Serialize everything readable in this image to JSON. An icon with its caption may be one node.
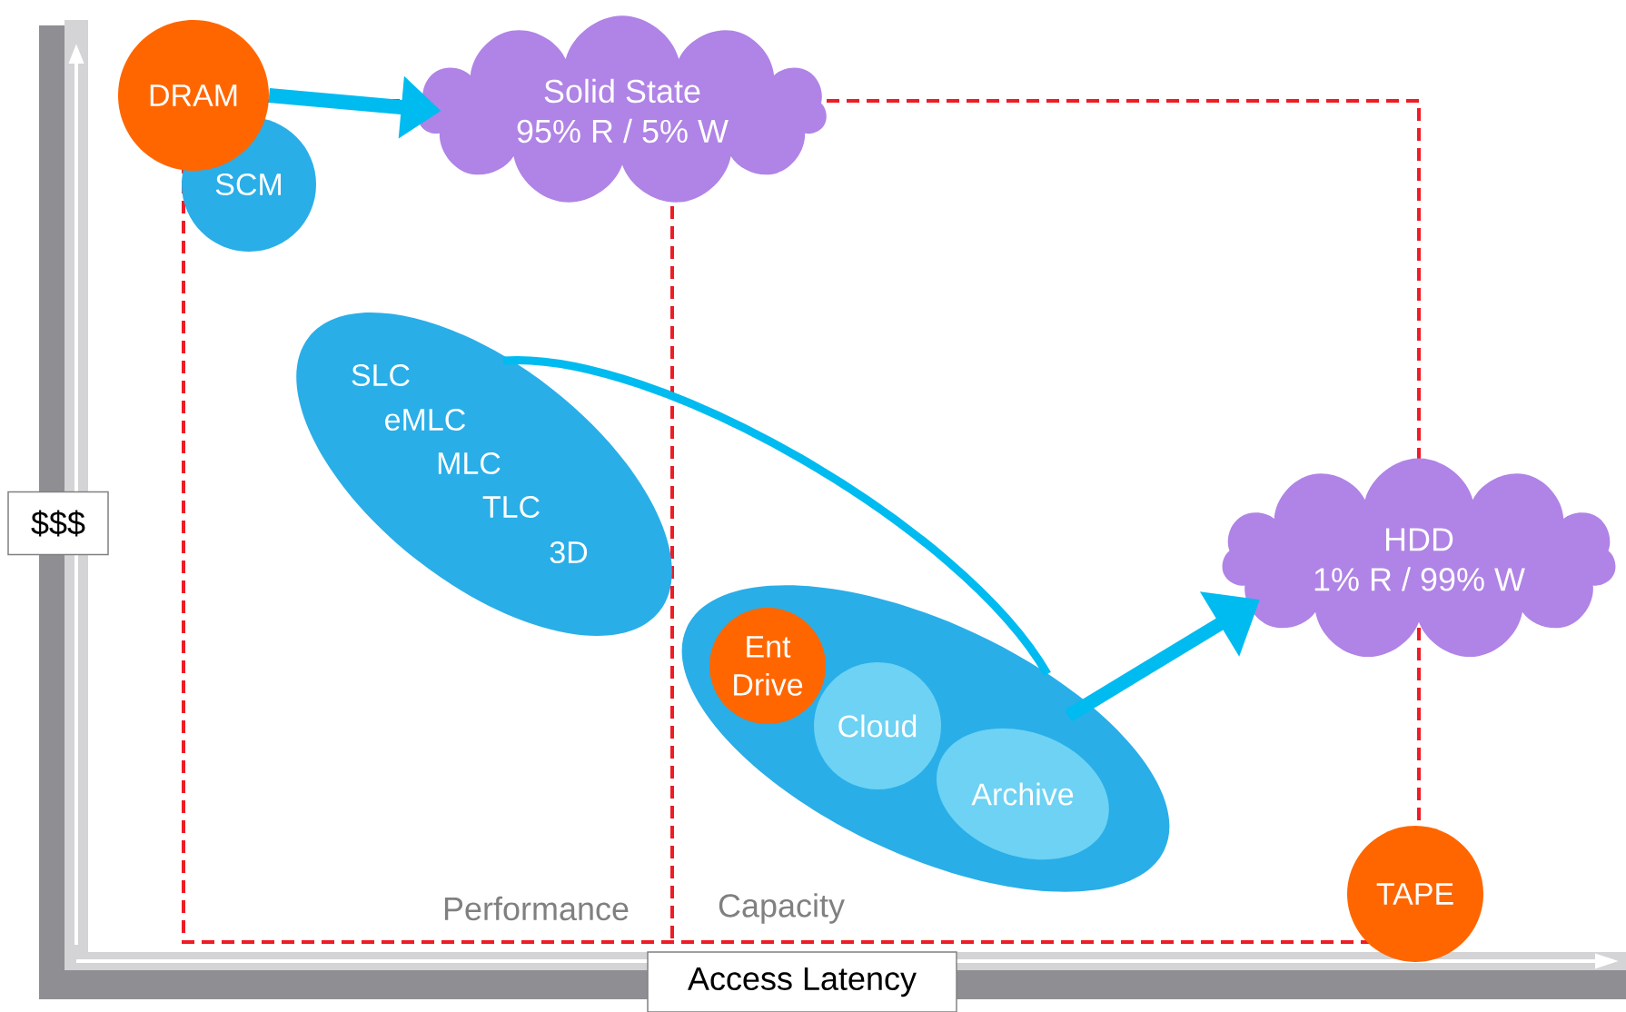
{
  "diagram": {
    "nodes": [
      {
        "text": [
          "DRAM"
        ]
      },
      {
        "text": [
          "Solid State",
          "95% R / 5% W"
        ]
      },
      {
        "text": [
          "SCM"
        ]
      },
      {
        "text": [
          "SLC",
          "eMLC",
          "MLC",
          "TLC",
          "3D"
        ]
      },
      {
        "text": [
          "$$$"
        ]
      },
      {
        "text": [
          "HDD",
          "1% R / 99% W"
        ]
      },
      {
        "text": [],
        "shape": "ellipse"
      },
      {
        "text": [
          "Ent Drive"
        ],
        "in": 6
      },
      {
        "text": [
          "Cloud"
        ],
        "in": 6
      },
      {
        "text": [
          "Archive"
        ],
        "in": 6
      },
      {
        "text": [
          "TAPE"
        ]
      },
      {
        "text": [
          "Access Latency"
        ]
      }
    ],
    "edges": [
      {
        "from": 0,
        "to": 1,
        "arrow": "to"
      },
      {
        "from": 3,
        "to": 6,
        "arrow": "none"
      },
      {
        "from": 6,
        "to": 5,
        "arrow": "to"
      }
    ],
    "labels": [
      "Performance",
      "Capacity"
    ]
  }
}
